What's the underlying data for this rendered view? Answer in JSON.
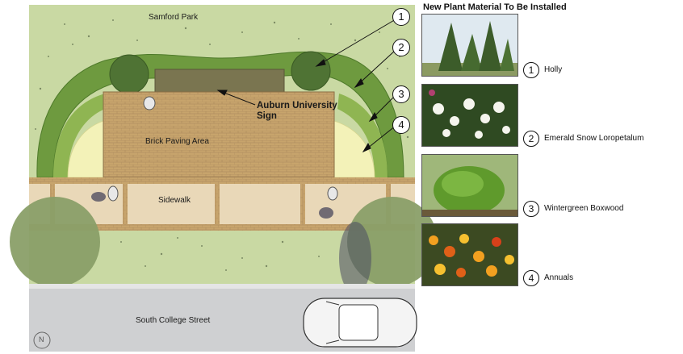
{
  "plan": {
    "park_label": "Samford Park",
    "sign_label": "Auburn University Sign",
    "paving_label": "Brick Paving Area",
    "sidewalk_label": "Sidewalk",
    "street_label": "South College Street",
    "north_letter": "N",
    "callouts": [
      "1",
      "2",
      "3",
      "4"
    ]
  },
  "legend": {
    "title": "New Plant Material To Be Installed",
    "items": [
      {
        "number": "1",
        "name": "Holly"
      },
      {
        "number": "2",
        "name": "Emerald Snow Loropetalum"
      },
      {
        "number": "3",
        "name": "Wintergreen Boxwood"
      },
      {
        "number": "4",
        "name": "Annuals"
      }
    ]
  },
  "colors": {
    "lawn": "#c9d9a3",
    "brick": "#c9a670",
    "street": "#cfcfcf",
    "shrub_dark": "#5e8a3a",
    "shrub_light": "#8fb552"
  }
}
